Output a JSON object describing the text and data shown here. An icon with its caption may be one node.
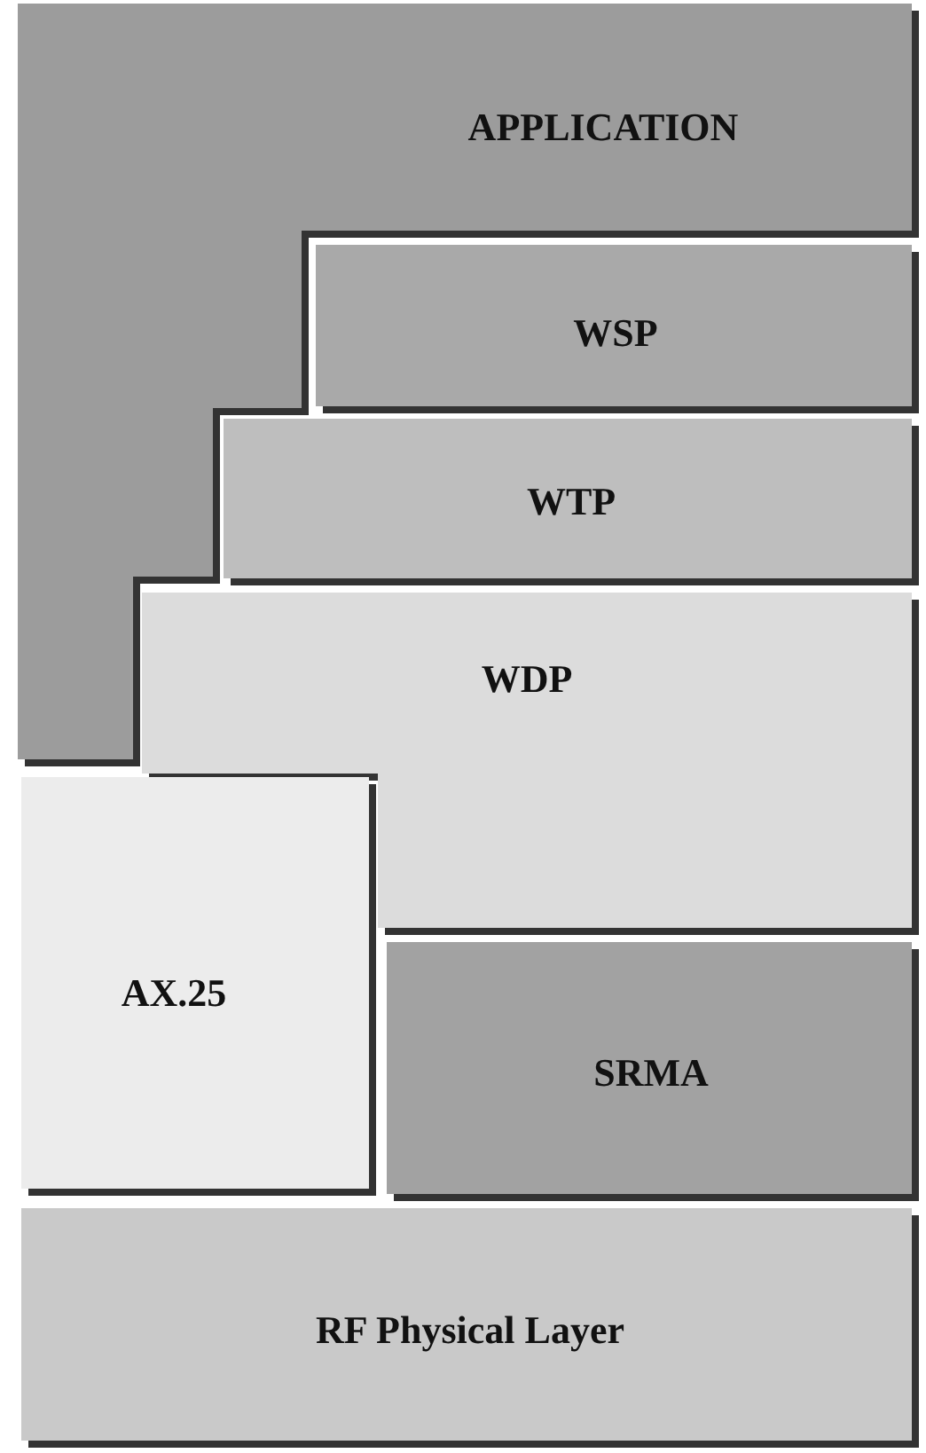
{
  "diagram": {
    "nodes": [
      {
        "text": [
          "APPLICATION"
        ]
      },
      {
        "text": [
          "WSP"
        ]
      },
      {
        "text": [
          "WTP"
        ]
      },
      {
        "text": [
          "WDP"
        ]
      },
      {
        "text": [
          "AX.25"
        ]
      },
      {
        "text": [
          "SRMA"
        ]
      },
      {
        "text": [
          "RF Physical Layer"
        ]
      }
    ]
  }
}
